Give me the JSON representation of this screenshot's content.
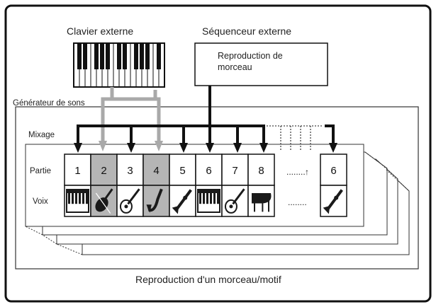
{
  "labels": {
    "keyboard": "Clavier externe",
    "sequencer": "Séquenceur externe",
    "playback_line1": "Reproduction de",
    "playback_line2": "morceau",
    "generator": "Générateur de sons",
    "mixing": "Mixage",
    "part": "Partie",
    "voice": "Voix",
    "footer": "Reproduction d'un morceau/motif",
    "ellipsis": "........",
    "ellipsis_arrow": "↑"
  },
  "parts": [
    {
      "number": "1",
      "highlighted": false,
      "voice_icon": "piano-keys-icon"
    },
    {
      "number": "2",
      "highlighted": true,
      "voice_icon": "violin-icon"
    },
    {
      "number": "3",
      "highlighted": false,
      "voice_icon": "guitar-icon"
    },
    {
      "number": "4",
      "highlighted": true,
      "voice_icon": "saxophone-icon"
    },
    {
      "number": "5",
      "highlighted": false,
      "voice_icon": "trumpet-icon"
    },
    {
      "number": "6",
      "highlighted": false,
      "voice_icon": "piano-keys-icon"
    },
    {
      "number": "7",
      "highlighted": false,
      "voice_icon": "guitar-icon"
    },
    {
      "number": "8",
      "highlighted": false,
      "voice_icon": "grand-piano-icon"
    },
    {
      "number": "6",
      "highlighted": false,
      "voice_icon": "trumpet-icon"
    }
  ],
  "colors": {
    "line": "#111111",
    "gray_arrow": "#a9a9a9",
    "highlight_fill": "#b5b5b5",
    "icon_dark": "#1a1a1a"
  }
}
